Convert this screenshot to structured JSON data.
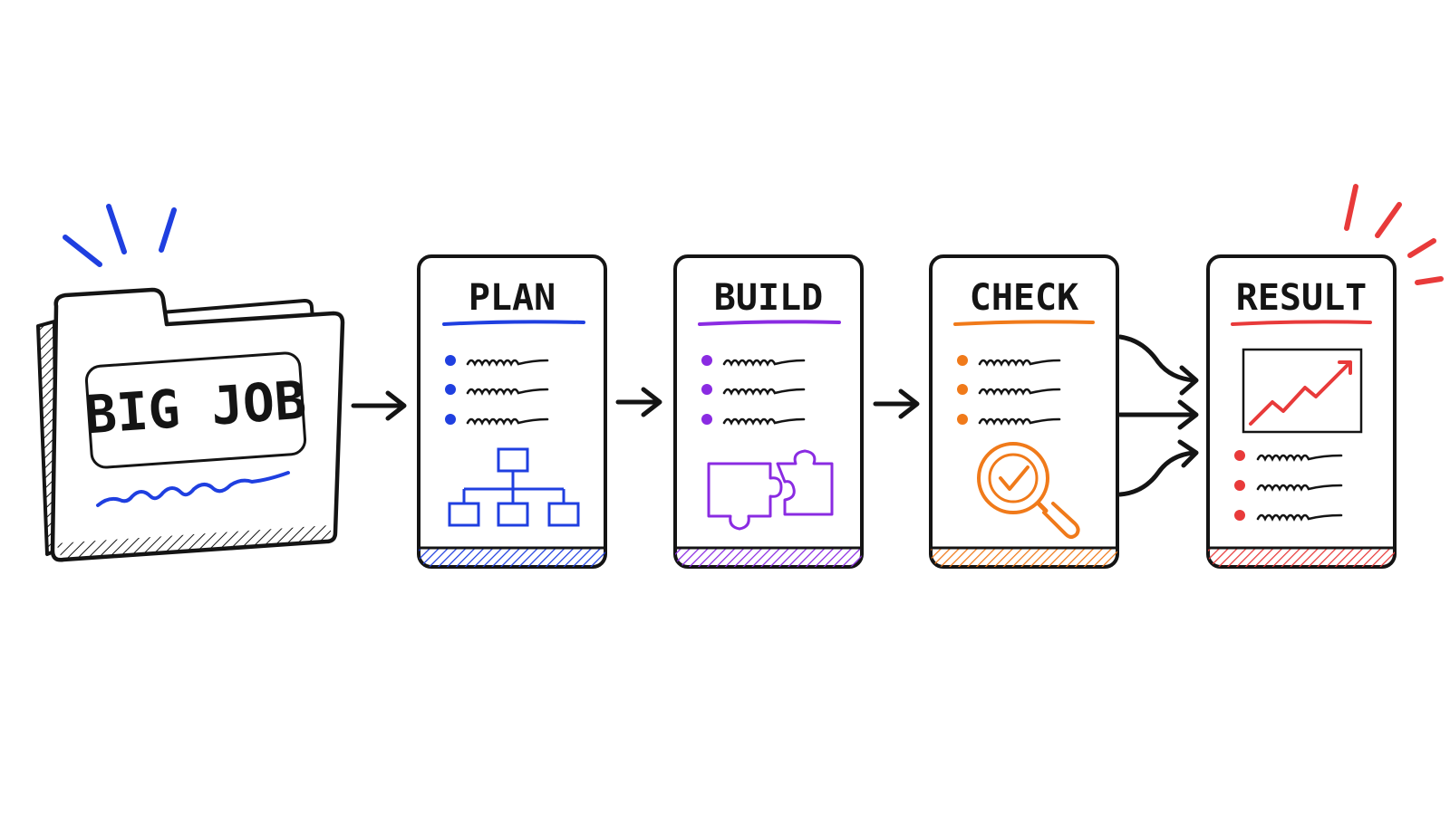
{
  "colors": {
    "ink": "#141414",
    "plan": "#1f3fe0",
    "build": "#8a2be2",
    "check": "#f07a1a",
    "result": "#e83a3a"
  },
  "start": {
    "label": "BIG JOB",
    "icon": "folder-icon",
    "accent": "#1f3fe0"
  },
  "stages": [
    {
      "id": "plan",
      "title": "PLAN",
      "color": "#1f3fe0",
      "icon": "hierarchy-icon"
    },
    {
      "id": "build",
      "title": "BUILD",
      "color": "#8a2be2",
      "icon": "puzzle-icon"
    },
    {
      "id": "check",
      "title": "CHECK",
      "color": "#f07a1a",
      "icon": "magnifier-check-icon"
    },
    {
      "id": "result",
      "title": "RESULT",
      "color": "#e83a3a",
      "icon": "trend-chart-icon"
    }
  ]
}
